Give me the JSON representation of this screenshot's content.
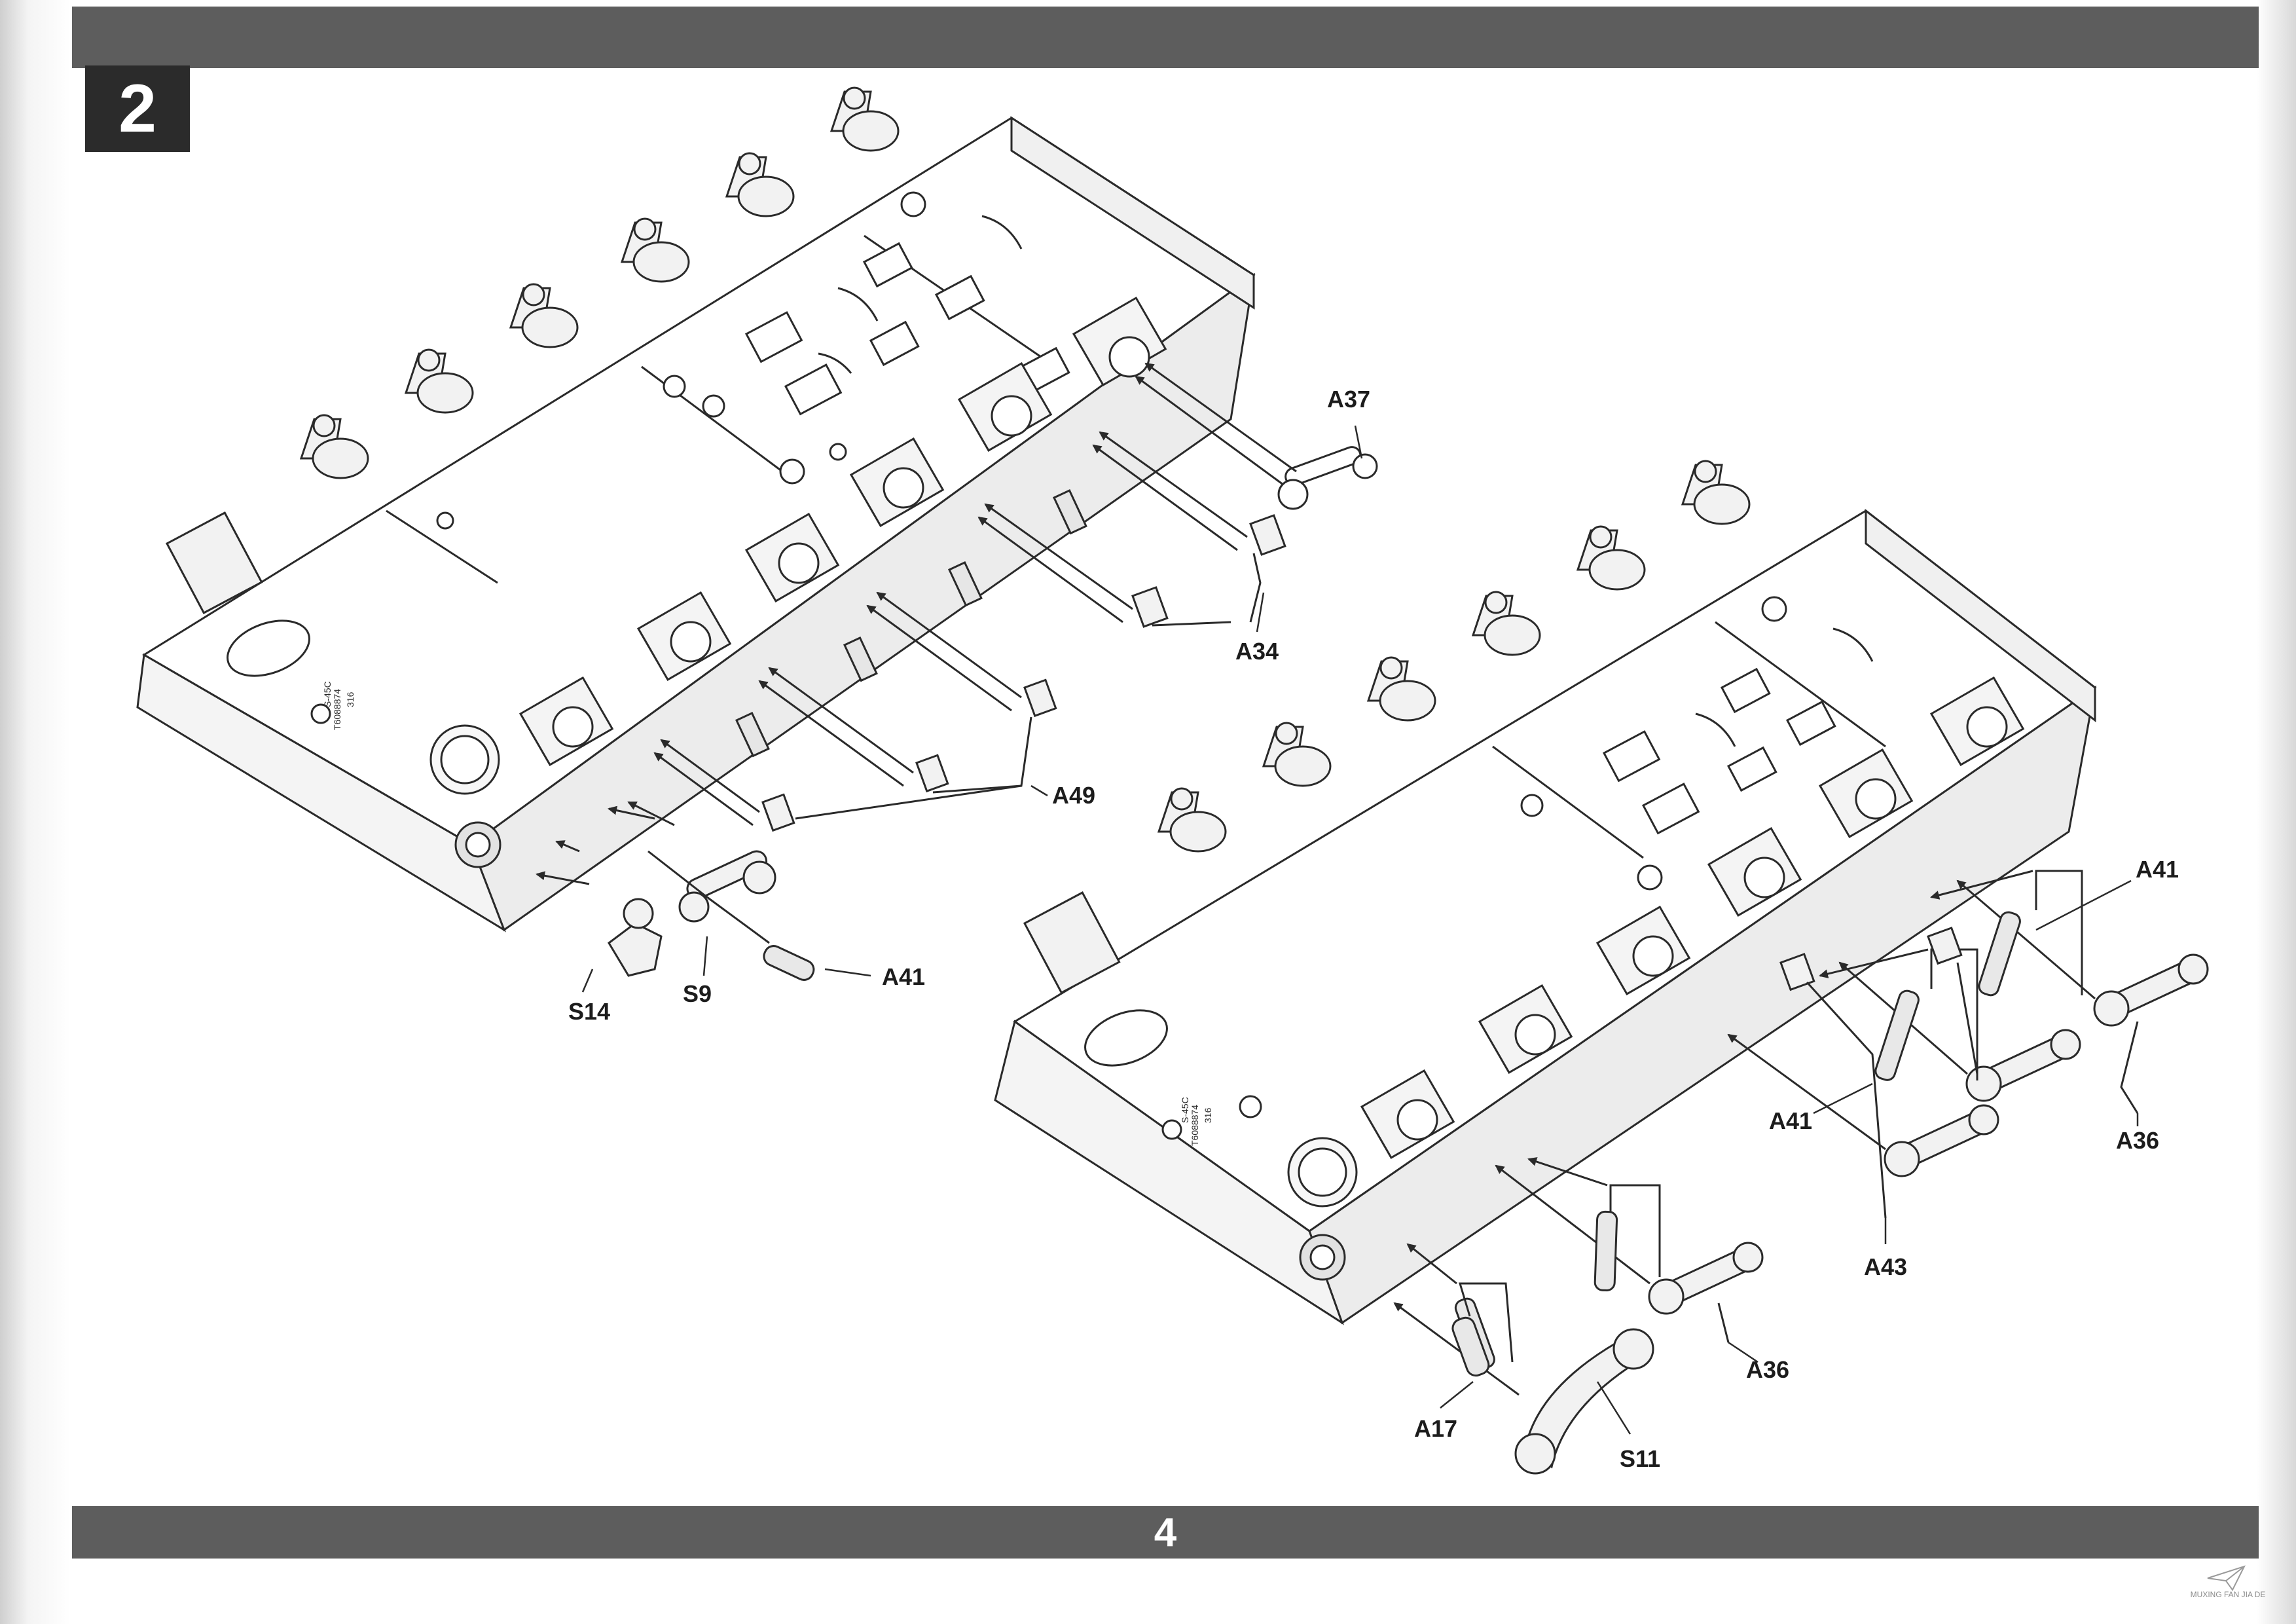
{
  "step_number": "2",
  "page_number": "4",
  "hull_marking_lines": [
    "T6088874",
    "316",
    "S-45C"
  ],
  "watermark_text": "MUXING FAN JIA DE",
  "labels": {
    "a37": "A37",
    "a34": "A34",
    "a49": "A49",
    "s14": "S14",
    "s9": "S9",
    "a41_left": "A41",
    "a41_right_top": "A41",
    "a41_right_mid": "A41",
    "a36_right": "A36",
    "a36_bottom": "A36",
    "a43": "A43",
    "a17": "A17",
    "s11": "S11"
  },
  "colors": {
    "band": "#5d5d5d",
    "step_box": "#2b2b2b",
    "line": "#2a2a2a",
    "hull_shade": "#ececec"
  }
}
